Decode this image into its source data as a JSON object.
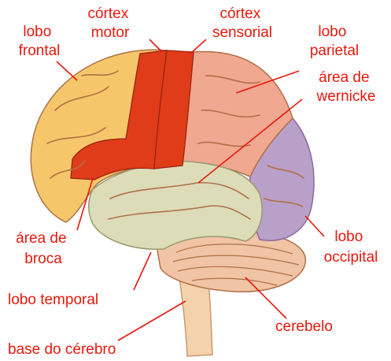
{
  "colors": {
    "label_red": "#e8180c",
    "frontal": "#f6c76a",
    "motor": "#e03c1a",
    "parietal": "#f0a890",
    "temporal": "#dcdcb8",
    "occipital": "#b9a0c8",
    "cerebellum": "#f0c4a4",
    "brainstem": "#f4d2ac",
    "gyrus_line": "#b07048"
  },
  "labels": {
    "frontal": [
      "lobo",
      "frontal"
    ],
    "motor": [
      "córtex",
      "motor"
    ],
    "sensory": [
      "córtex",
      "sensorial"
    ],
    "parietal": [
      "lobo",
      "parietal"
    ],
    "wernicke": [
      "área de",
      "wernicke"
    ],
    "broca": [
      "área de",
      "broca"
    ],
    "temporal": "lobo temporal",
    "occipital": [
      "lobo",
      "occipital"
    ],
    "cerebellum": "cerebelo",
    "brainstem": "base do cérebro"
  }
}
